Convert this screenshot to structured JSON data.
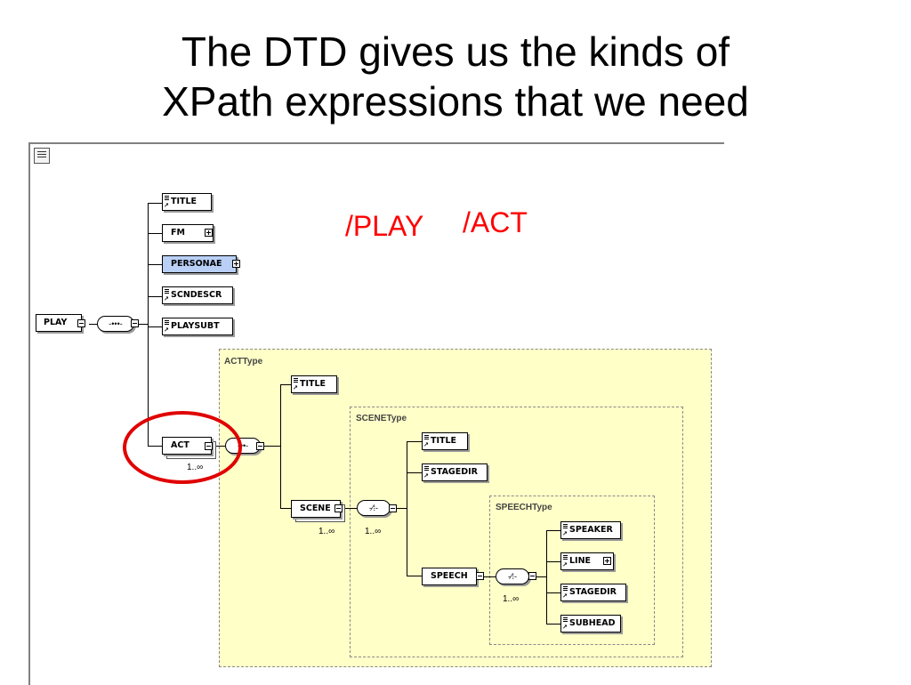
{
  "slide": {
    "title_line1": "The DTD gives us the kinds of",
    "title_line2": "XPath expressions that we need"
  },
  "annotation": {
    "path1": "/PLAY",
    "path2": "/ACT",
    "color": "#ff0000"
  },
  "types": {
    "act": "ACTType",
    "scene": "SCENEType",
    "speech": "SPEECHType"
  },
  "elements": {
    "play": "PLAY",
    "title": "TITLE",
    "fm": "FM",
    "personae": "PERSONAE",
    "scndescr": "SCNDESCR",
    "playsubt": "PLAYSUBT",
    "act": "ACT",
    "act_title": "TITLE",
    "scene": "SCENE",
    "scene_title": "TITLE",
    "scene_stagedir": "STAGEDIR",
    "speech": "SPEECH",
    "speaker": "SPEAKER",
    "line": "LINE",
    "speech_stagedir": "STAGEDIR",
    "subhead": "SUBHEAD"
  },
  "cardinality": {
    "act": "1..∞",
    "scene": "1..∞",
    "scene_choice": "1..∞",
    "speech_choice": "1..∞"
  },
  "compositors": {
    "sequence": "-•••-",
    "sequence_small": "-••-",
    "choice": "-⁄⁞-"
  },
  "colors": {
    "type_bg": "#ffffc8",
    "highlight_element": "#b9cff5"
  }
}
